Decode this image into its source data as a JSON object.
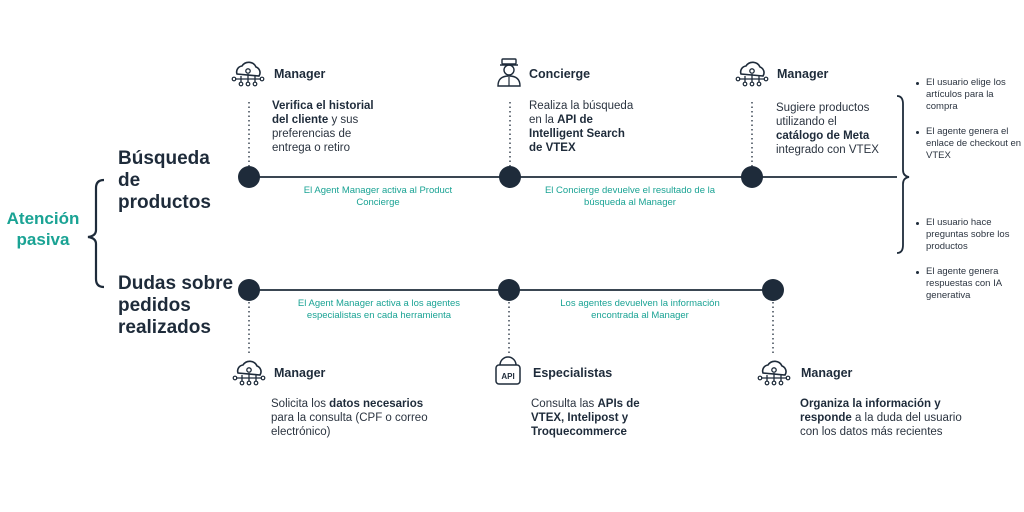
{
  "attention": "Atención\npasiva",
  "rows": {
    "search": "Búsqueda\nde\nproductos",
    "orders": "Dudas sobre\npedidos\nrealizados"
  },
  "top": {
    "steps": [
      {
        "role": "Manager",
        "icon": "cloud-network-icon",
        "desc": [
          {
            "b": "Verifica el historial del cliente"
          },
          {
            "t": " y sus preferencias de entrega o retiro"
          }
        ]
      },
      {
        "role": "Concierge",
        "icon": "concierge-icon",
        "desc": [
          {
            "t": "Realiza la búsqueda en la "
          },
          {
            "b": "API de Intelligent Search de VTEX"
          }
        ]
      },
      {
        "role": "Manager",
        "icon": "cloud-network-icon",
        "desc": [
          {
            "t": "Sugiere productos utilizando el "
          },
          {
            "b": "catálogo de Meta"
          },
          {
            "t": " integrado con VTEX"
          }
        ]
      }
    ],
    "links": [
      "El Agent Manager activa al Product Concierge",
      "El Concierge devuelve el resultado de la búsqueda al Manager"
    ]
  },
  "bottom": {
    "steps": [
      {
        "role": "Manager",
        "icon": "cloud-network-icon",
        "desc": [
          {
            "t": "Solicita los "
          },
          {
            "b": "datos necesarios"
          },
          {
            "t": " para la consulta (CPF o correo electrónico)"
          }
        ]
      },
      {
        "role": "Especialistas",
        "icon": "api-icon",
        "desc": [
          {
            "t": "Consulta las "
          },
          {
            "b": "APIs de VTEX, Intelipost y Troquecommerce"
          }
        ]
      },
      {
        "role": "Manager",
        "icon": "cloud-network-icon",
        "desc": [
          {
            "b": "Organiza la información y responde"
          },
          {
            "t": " a la duda del usuario con los datos más recientes"
          }
        ]
      }
    ],
    "links": [
      "El Agent Manager activa a los agentes especialistas en cada herramienta",
      "Los agentes devuelven la información encontrada al Manager"
    ]
  },
  "outcomes": [
    "El usuario elige los artículos para la compra",
    "El agente genera el enlace de checkout en VTEX",
    "El usuario hace preguntas sobre los productos",
    "El agente genera respuestas con IA generativa"
  ],
  "colors": {
    "accent": "#1aa394",
    "line": "#1e2b3a"
  }
}
